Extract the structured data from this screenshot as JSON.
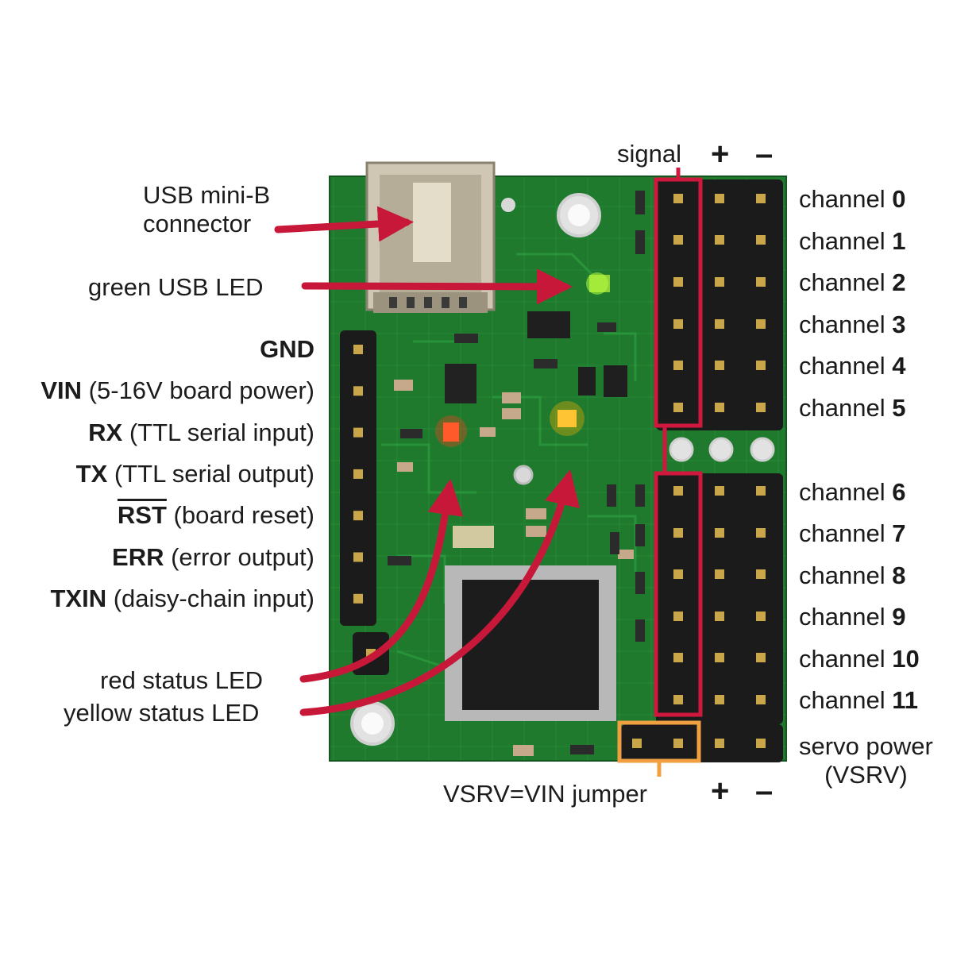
{
  "labels": {
    "usb_connector_line1": "USB mini-B",
    "usb_connector_line2": "connector",
    "green_usb_led": "green USB LED",
    "red_status_led": "red status LED",
    "yellow_status_led": "yellow status LED",
    "signal": "signal",
    "top_plus": "+",
    "top_minus": "–",
    "bottom_plus": "+",
    "bottom_minus": "–",
    "vsrv_jumper": "VSRV=VIN jumper",
    "servo_power_line1": "servo power",
    "servo_power_line2": "(VSRV)"
  },
  "left_pins": [
    {
      "name": "GND",
      "desc": ""
    },
    {
      "name": "VIN",
      "desc": " (5-16V board power)"
    },
    {
      "name": "RX",
      "desc": " (TTL serial input)"
    },
    {
      "name": "TX",
      "desc": " (TTL serial output)"
    },
    {
      "name": "RST",
      "desc": " (board reset)"
    },
    {
      "name": "ERR",
      "desc": " (error output)"
    },
    {
      "name": "TXIN",
      "desc": " (daisy-chain input)"
    }
  ],
  "channels": [
    {
      "prefix": "channel ",
      "num": "0"
    },
    {
      "prefix": "channel ",
      "num": "1"
    },
    {
      "prefix": "channel ",
      "num": "2"
    },
    {
      "prefix": "channel ",
      "num": "3"
    },
    {
      "prefix": "channel ",
      "num": "4"
    },
    {
      "prefix": "channel ",
      "num": "5"
    },
    {
      "prefix": "channel ",
      "num": "6"
    },
    {
      "prefix": "channel ",
      "num": "7"
    },
    {
      "prefix": "channel ",
      "num": "8"
    },
    {
      "prefix": "channel ",
      "num": "9"
    },
    {
      "prefix": "channel ",
      "num": "10"
    },
    {
      "prefix": "channel ",
      "num": "11"
    }
  ],
  "colors": {
    "board": "#1f7a2e",
    "board_dark": "#14561f",
    "header": "#1b1b1b",
    "pin": "#c9a64a",
    "arrow": "#c8183a",
    "signal_box": "#d0183e",
    "jumper_box": "#f0a040",
    "red_led": "#ff3b1a",
    "yellow_led": "#ffb000",
    "green_led": "#b6ff3a"
  }
}
